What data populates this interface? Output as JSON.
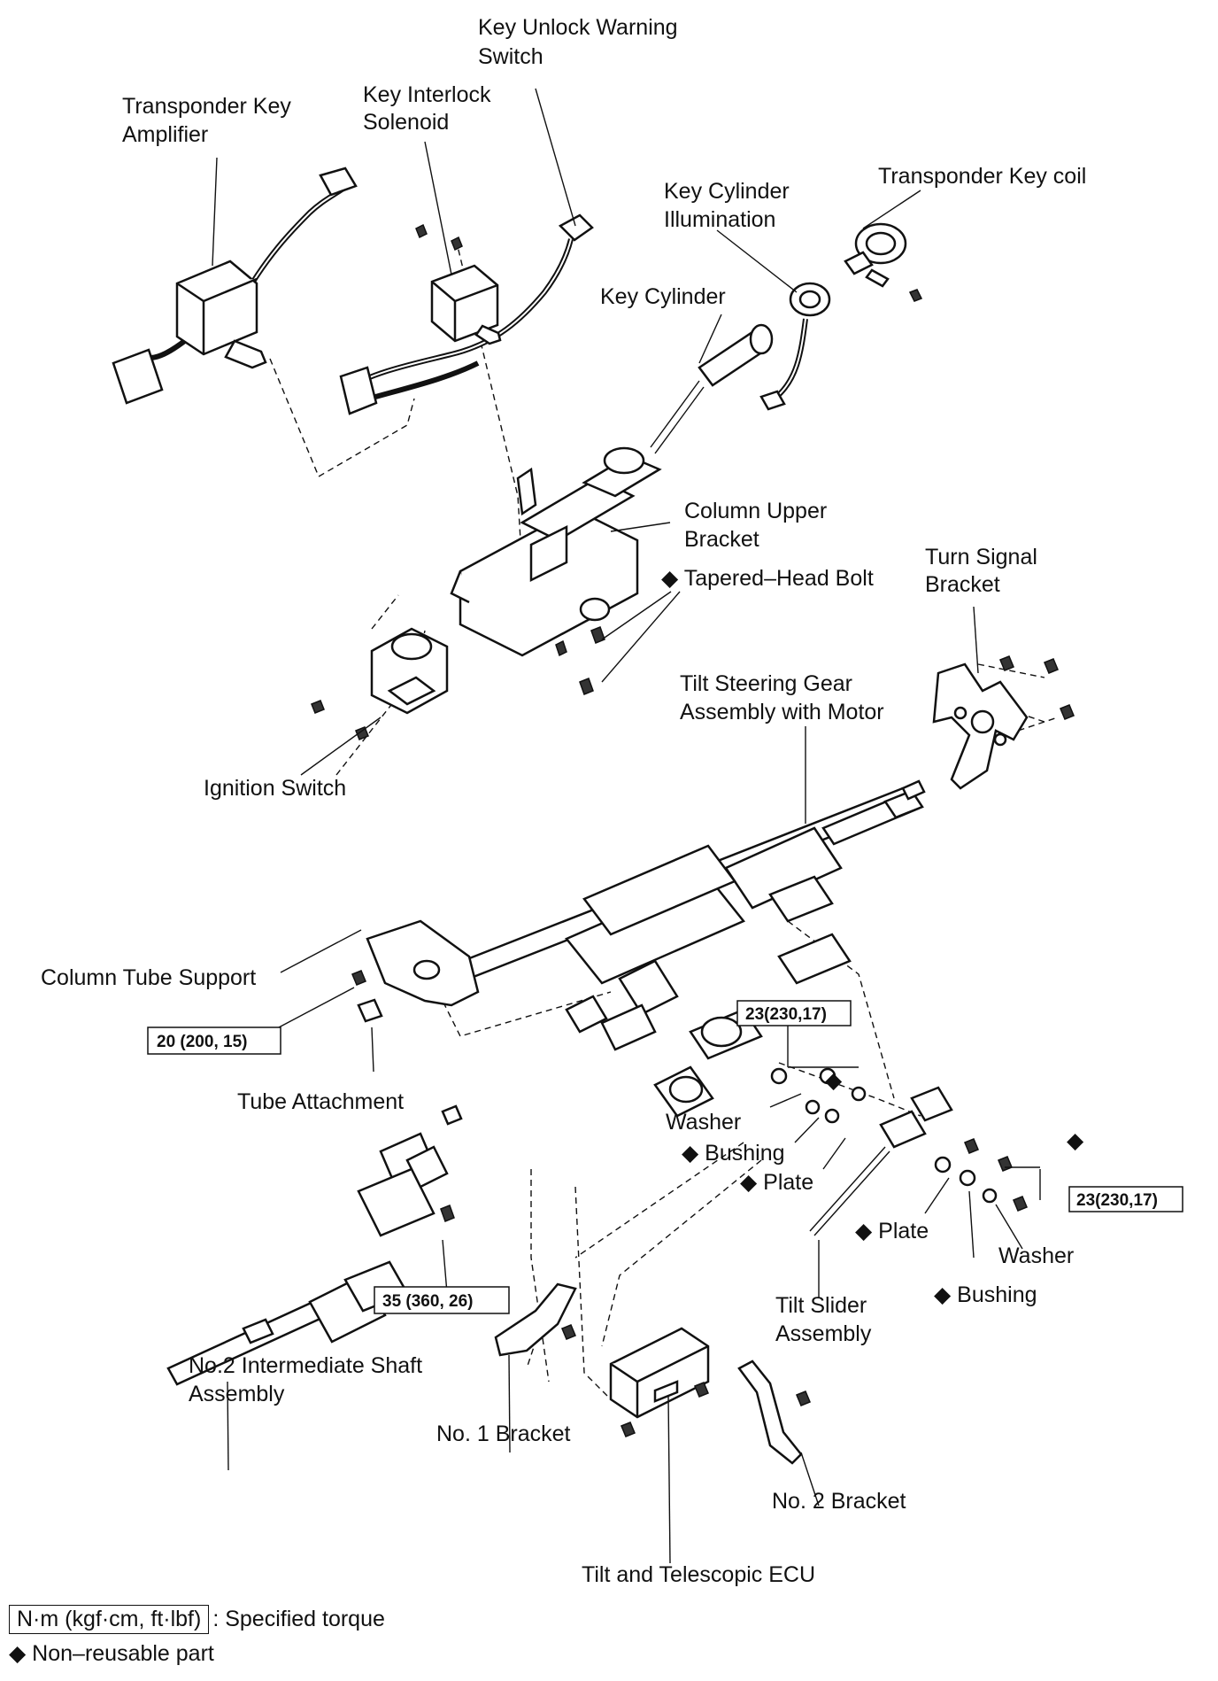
{
  "labels": {
    "key_unlock_warning_switch": [
      "Key Unlock Warning",
      "Switch"
    ],
    "transponder_key_amplifier": [
      "Transponder Key",
      "Amplifier"
    ],
    "key_interlock_solenoid": [
      "Key Interlock",
      "Solenoid"
    ],
    "transponder_key_coil": "Transponder Key coil",
    "key_cylinder_illumination": [
      "Key Cylinder",
      "Illumination"
    ],
    "key_cylinder": "Key Cylinder",
    "column_upper_bracket": [
      "Column Upper",
      "Bracket"
    ],
    "tapered_head_bolt": "◆ Tapered–Head Bolt",
    "turn_signal_bracket": [
      "Turn Signal",
      "Bracket"
    ],
    "tilt_steering_gear": [
      "Tilt Steering Gear",
      "Assembly with Motor"
    ],
    "ignition_switch": "Ignition Switch",
    "column_tube_support": "Column Tube Support",
    "tube_attachment": "Tube Attachment",
    "washer_left": "Washer",
    "bushing_left": "◆ Bushing",
    "plate_left": "◆ Plate",
    "plate_right": "◆ Plate",
    "washer_right": "Washer",
    "bushing_right": "◆ Bushing",
    "tilt_slider_assembly": [
      "Tilt Slider",
      "Assembly"
    ],
    "no2_intermediate_shaft": [
      "No.2 Intermediate Shaft",
      "Assembly"
    ],
    "no1_bracket": "No. 1 Bracket",
    "no2_bracket": "No. 2 Bracket",
    "tilt_telescopic_ecu": "Tilt and Telescopic ECU",
    "diamond_top": "◆",
    "diamond_right": "◆"
  },
  "torques": {
    "column_tube_support": "20 (200, 15)",
    "shaft": "35 (360, 26)",
    "slider_upper": "23(230,17)",
    "slider_right": "23(230,17)"
  },
  "legend": {
    "torque_box": "N·m (kgf·cm, ft·lbf)",
    "torque_text": ": Specified torque",
    "nonreusable": "◆ Non–reusable part"
  }
}
